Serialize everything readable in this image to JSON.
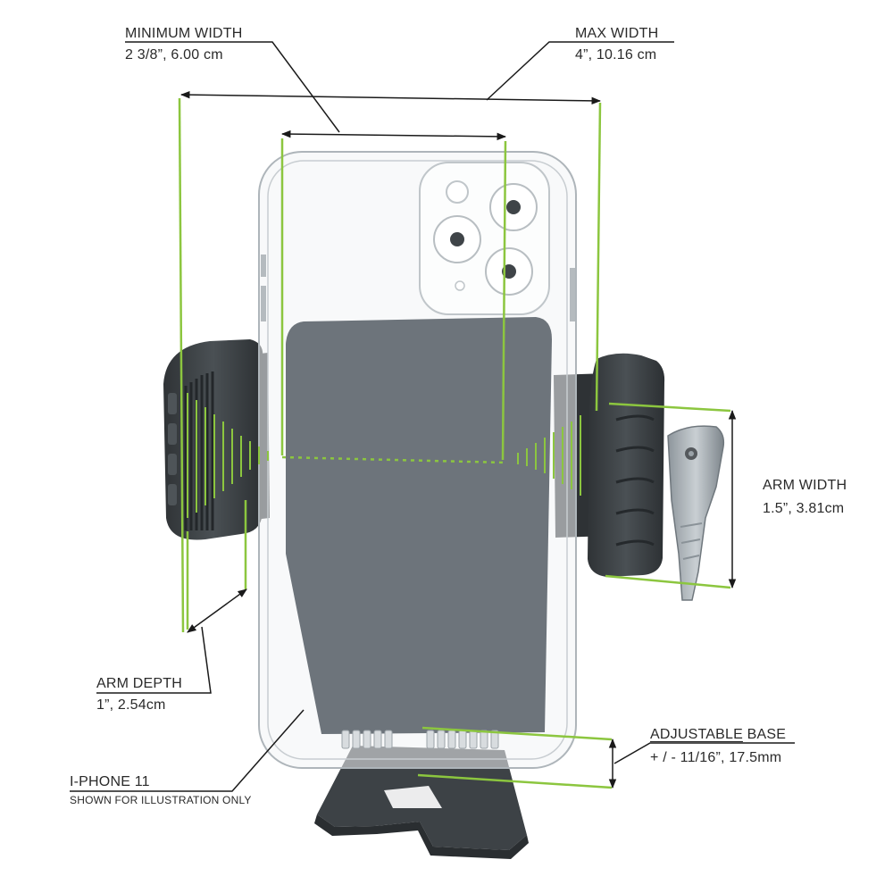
{
  "labels": {
    "min_width": {
      "title": "MINIMUM  WIDTH",
      "value": "2 3/8”, 6.00 cm"
    },
    "max_width": {
      "title": "MAX  WIDTH",
      "value": "4”, 10.16 cm"
    },
    "arm_width": {
      "title": "ARM WIDTH",
      "value": "1.5”,  3.81cm"
    },
    "arm_depth": {
      "title": "ARM DEPTH",
      "value": "1”,  2.54cm"
    },
    "adjustable_base": {
      "title_underlined": "ADJUSTABLE",
      "title_rest": " BASE",
      "value": "+ / - 11/16”, 17.5mm"
    },
    "phone": {
      "title": "I-PHONE 11",
      "note": "SHOWN FOR ILLUSTRATION ONLY"
    }
  },
  "colors": {
    "accent_green": "#8cc63f",
    "leader_line": "#1a1a1a",
    "holder_dark": "#3b4044",
    "back_plate": "#656d74"
  },
  "icons": [
    "phone-outline",
    "camera-module",
    "phone-holder-arm",
    "vent-clip",
    "adjustable-base"
  ]
}
